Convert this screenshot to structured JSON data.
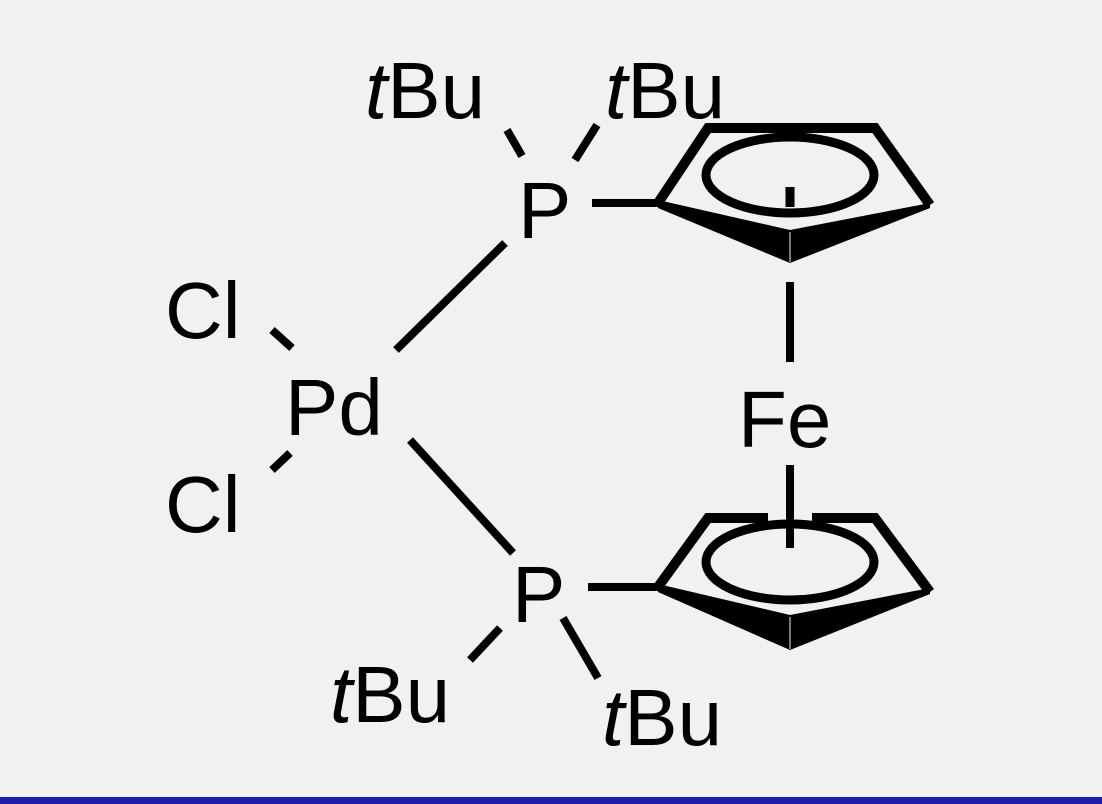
{
  "diagram": {
    "type": "chemical-structure",
    "atoms": {
      "pd": "Pd",
      "fe": "Fe",
      "cl_top": "Cl",
      "cl_bottom": "Cl",
      "p_top": "P",
      "p_bottom": "P",
      "tbu_prefix": "t",
      "tbu_suffix": "Bu"
    }
  },
  "colors": {
    "background": "#f1f1f1",
    "ink": "#000000",
    "bottom_bar": "#1e1ea8"
  }
}
